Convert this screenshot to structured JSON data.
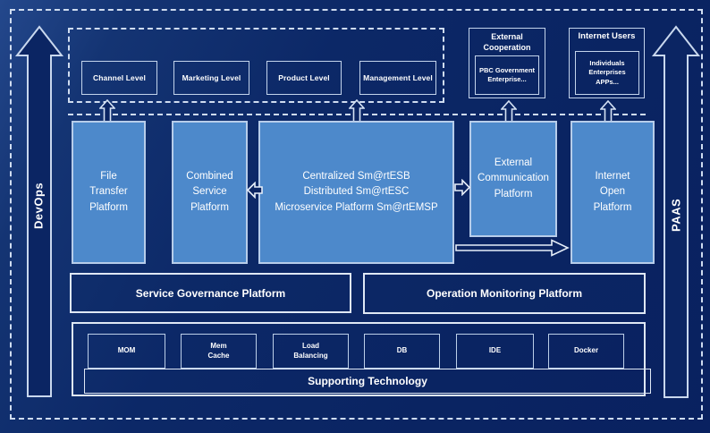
{
  "rails": {
    "left_label": "DevOps",
    "right_label": "PAAS"
  },
  "levels": [
    "Channel Level",
    "Marketing Level",
    "Product Level",
    "Management Level"
  ],
  "external_cooperation": {
    "title": "External\nCooperation",
    "body": "PBC Government\nEnterprise..."
  },
  "internet_users": {
    "title": "Internet Users",
    "body": "Individuals\nEnterprises\nAPPs..."
  },
  "platforms": [
    {
      "label": "File\nTransfer\nPlatform"
    },
    {
      "label": "Combined\nService\nPlatform"
    },
    {
      "label": "Centralized Sm@rtESB\nDistributed Sm@rtESC\nMicroservice Platform Sm@rtEMSP"
    },
    {
      "label": "External\nCommunication\nPlatform"
    },
    {
      "label": "Internet\nOpen\nPlatform"
    }
  ],
  "governance": {
    "label": "Service Governance Platform"
  },
  "monitoring": {
    "label": "Operation Monitoring Platform"
  },
  "supporting": {
    "title": "Supporting Technology",
    "items": [
      "MOM",
      "Mem\nCache",
      "Load\nBalancing",
      "DB",
      "IDE",
      "Docker"
    ]
  },
  "colors": {
    "background": "#0c2867",
    "platform_blue": "#4d89cb",
    "line_light": "#cfdcf0",
    "text": "#ffffff"
  }
}
